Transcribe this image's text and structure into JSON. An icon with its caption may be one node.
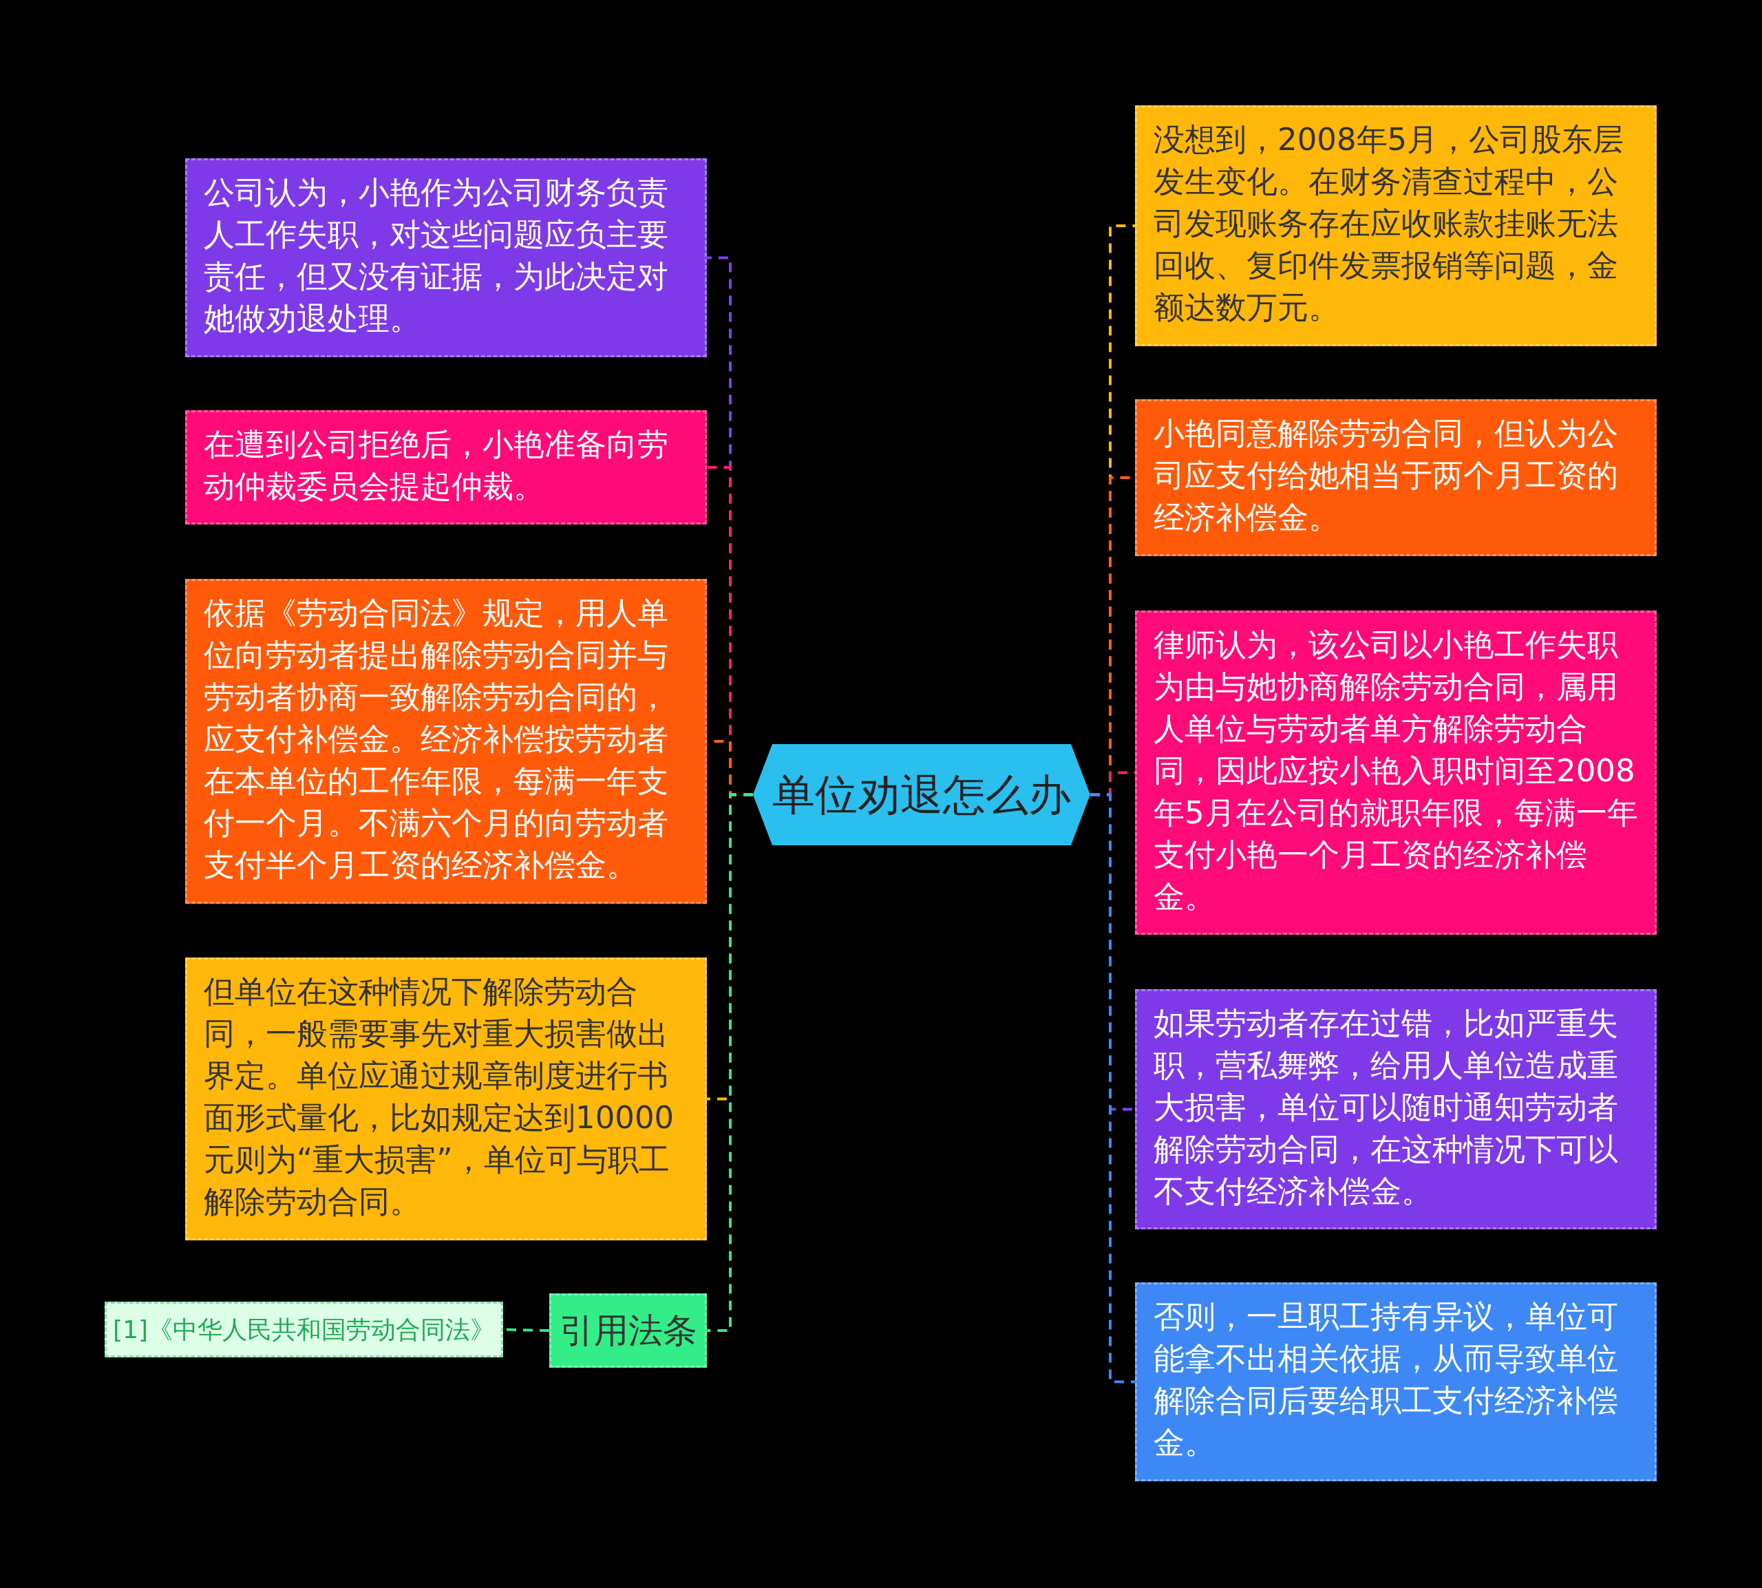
{
  "diagram": {
    "nodes": [
      {
        "text": [
          "单位劝退怎么办"
        ]
      },
      {
        "text": [
          "公司认为，小艳作为公司财务负责人工作失职，对这些问题应负主要责任，但又没有证据，为此决定对她做劝退处理。"
        ]
      },
      {
        "text": [
          "在遭到公司拒绝后，小艳准备向劳动仲裁委员会提起仲裁。"
        ]
      },
      {
        "text": [
          "依据《劳动合同法》规定，用人单位向劳动者提出解除劳动合同并与劳动者协商一致解除劳动合同的，应支付补偿金。经济补偿按劳动者在本单位的工作年限，每满一年支付一个月。不满六个月的向劳动者支付半个月工资的经济补偿金。"
        ]
      },
      {
        "text": [
          "但单位在这种情况下解除劳动合同，一般需要事先对重大损害做出界定。单位应通过规章制度进行书面形式量化，比如规定达到10000元则为“重大损害”，单位可与职工解除劳动合同。"
        ]
      },
      {
        "text": [
          "引用法条"
        ]
      },
      {
        "text": [
          "[1]《中华人民共和国劳动合同法》"
        ]
      },
      {
        "text": [
          "没想到，2008年5月，公司股东层发生变化。在财务清查过程中，公司发现账务存在应收账款挂账无法回收、复印件发票报销等问题，金额达数万元。"
        ]
      },
      {
        "text": [
          "小艳同意解除劳动合同，但认为公司应支付给她相当于两个月工资的经济补偿金。"
        ]
      },
      {
        "text": [
          "律师认为，该公司以小艳工作失职为由与她协商解除劳动合同，属用人单位与劳动者单方解除劳动合同，因此应按小艳入职时间至2008年5月在公司的就职年限，每满一年支付小艳一个月工资的经济补偿金。"
        ]
      },
      {
        "text": [
          "如果劳动者存在过错，比如严重失职，营私舞弊，给用人单位造成重大损害，单位可以随时通知劳动者解除劳动合同，在这种情况下可以不支付经济补偿金。"
        ]
      },
      {
        "text": [
          "否则，一旦职工持有异议，单位可能拿不出相关依据，从而导致单位解除合同后要给职工支付经济补偿金。"
        ]
      }
    ],
    "edges": [
      {
        "from": 0,
        "to": 1,
        "arrow": "none",
        "style": "dashed",
        "color": "#8040f0"
      },
      {
        "from": 0,
        "to": 2,
        "arrow": "none",
        "style": "dashed",
        "color": "#ff1f7a"
      },
      {
        "from": 0,
        "to": 3,
        "arrow": "none",
        "style": "dashed",
        "color": "#ff6010"
      },
      {
        "from": 0,
        "to": 4,
        "arrow": "none",
        "style": "dashed",
        "color": "#ffb90f"
      },
      {
        "from": 0,
        "to": 5,
        "arrow": "none",
        "style": "dashed",
        "color": "#35e87f"
      },
      {
        "from": 5,
        "to": 6,
        "arrow": "none",
        "style": "dashed",
        "color": "#35e87f"
      },
      {
        "from": 0,
        "to": 7,
        "arrow": "none",
        "style": "dashed",
        "color": "#ffb90f"
      },
      {
        "from": 0,
        "to": 8,
        "arrow": "none",
        "style": "dashed",
        "color": "#ff6010"
      },
      {
        "from": 0,
        "to": 9,
        "arrow": "none",
        "style": "dashed",
        "color": "#ff1f7a"
      },
      {
        "from": 0,
        "to": 10,
        "arrow": "none",
        "style": "dashed",
        "color": "#8040f0"
      },
      {
        "from": 0,
        "to": 11,
        "arrow": "none",
        "style": "dashed",
        "color": "#3d8af7"
      }
    ]
  }
}
